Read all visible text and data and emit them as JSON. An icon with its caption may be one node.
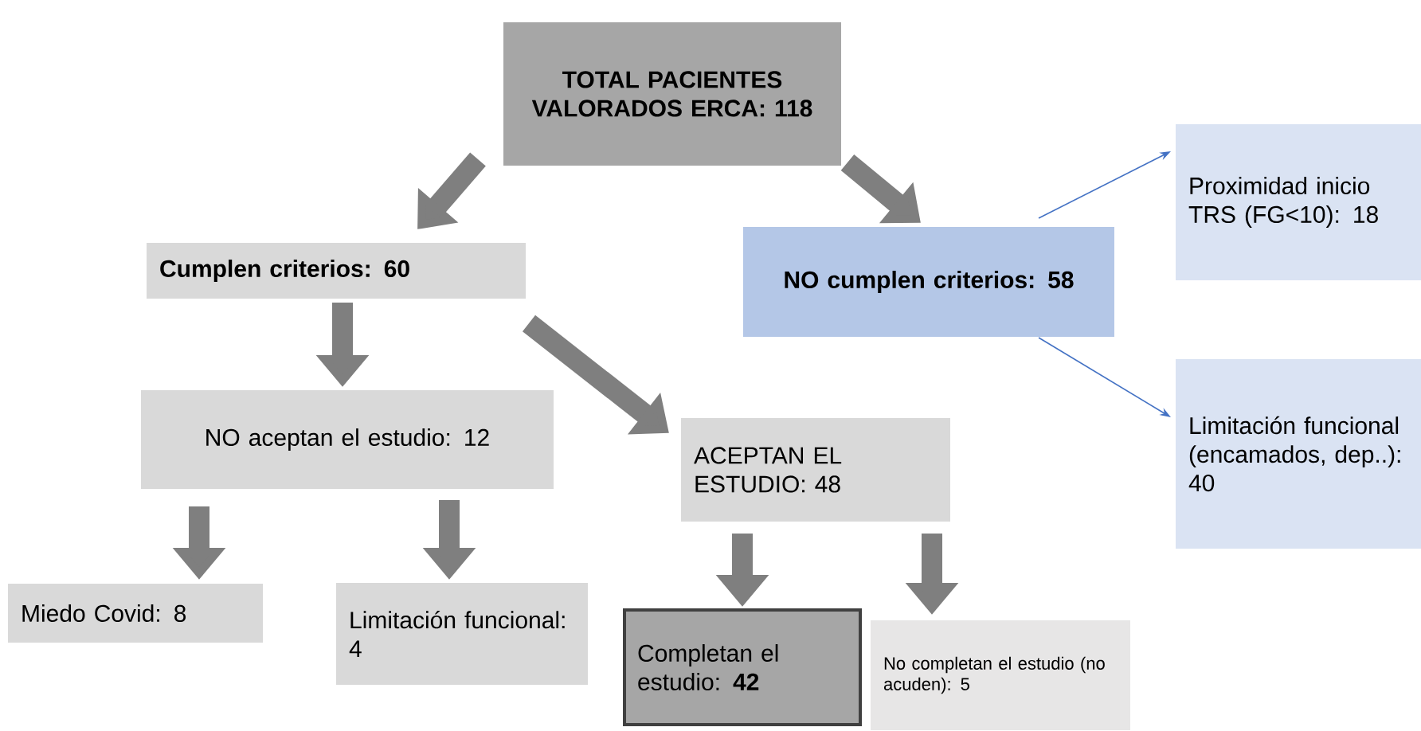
{
  "diagram": {
    "nodes": [
      {
        "text": [
          "TOTAL PACIENTES VALORADOS ERCA: 118"
        ]
      },
      {
        "text": [
          "Cumplen criterios: 60"
        ]
      },
      {
        "text": [
          "NO cumplen criterios: 58"
        ]
      },
      {
        "text": [
          "Proximidad inicio TRS (FG<10): 18"
        ]
      },
      {
        "text": [
          "NO aceptan el estudio: 12"
        ]
      },
      {
        "text": [
          "ACEPTAN EL ESTUDIO: 48"
        ]
      },
      {
        "text": [
          "Limitación funcional (encamados, dep..): 40"
        ]
      },
      {
        "text": [
          "Miedo Covid: 8"
        ]
      },
      {
        "text": [
          "Limitación funcional: 4"
        ]
      },
      {
        "text": [
          "Completan el estudio: **42**"
        ]
      },
      {
        "text": [
          "No completan el estudio (no acuden): 5"
        ]
      }
    ],
    "edges": [
      {
        "from": 0,
        "to": 1,
        "arrow": "to"
      },
      {
        "from": 0,
        "to": 2,
        "arrow": "to"
      },
      {
        "from": 2,
        "to": 3,
        "arrow": "to",
        "color": "#4472c4"
      },
      {
        "from": 1,
        "to": 4,
        "arrow": "to"
      },
      {
        "from": 1,
        "to": 5,
        "arrow": "to"
      },
      {
        "from": 2,
        "to": 6,
        "arrow": "to",
        "color": "#4472c4"
      },
      {
        "from": 4,
        "to": 7,
        "arrow": "to"
      },
      {
        "from": 4,
        "to": 8,
        "arrow": "to"
      },
      {
        "from": 5,
        "to": 9,
        "arrow": "to"
      },
      {
        "from": 5,
        "to": 10,
        "arrow": "to"
      }
    ]
  }
}
